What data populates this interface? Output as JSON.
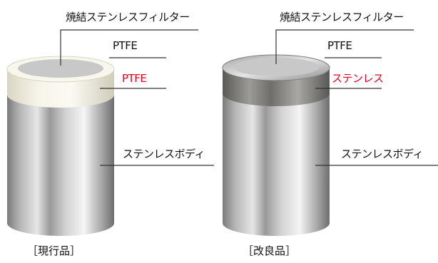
{
  "figure": {
    "current": {
      "labels": {
        "filter": "焼結ステンレスフィルター",
        "ptfe_top": "PTFE",
        "ring": "PTFE",
        "body": "ステンレスボディ"
      },
      "caption": "［現行品］",
      "ring_color": "#f1eedd"
    },
    "improved": {
      "labels": {
        "filter": "焼結ステンレスフィルター",
        "ptfe_top": "PTFE",
        "ring": "ステンレス",
        "body": "ステンレスボディ"
      },
      "caption": "［改良品］",
      "ring_color": "#8a8a88"
    },
    "colors": {
      "highlight_label": "#e8001c",
      "leader_line": "#333333",
      "filter_fill": "#c8c8c8"
    }
  }
}
